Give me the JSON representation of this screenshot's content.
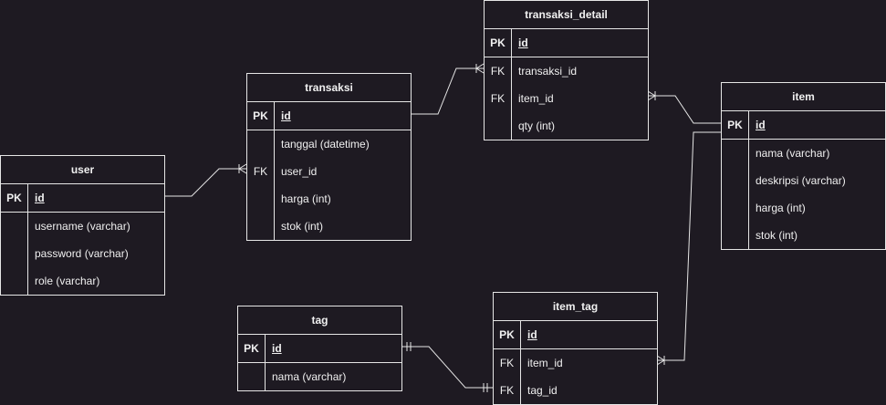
{
  "colors": {
    "background": "#1e1a22",
    "stroke": "#e6e6e6",
    "text": "#f0f0f0"
  },
  "entities": {
    "user": {
      "title": "user",
      "rows": [
        {
          "key": "PK",
          "field": "id"
        },
        {
          "key": "",
          "field": "username (varchar)"
        },
        {
          "key": "",
          "field": "password (varchar)"
        },
        {
          "key": "",
          "field": "role (varchar)"
        }
      ]
    },
    "transaksi": {
      "title": "transaksi",
      "rows": [
        {
          "key": "PK",
          "field": "id"
        },
        {
          "key": "",
          "field": "tanggal (datetime)"
        },
        {
          "key": "FK",
          "field": "user_id"
        },
        {
          "key": "",
          "field": "harga (int)"
        },
        {
          "key": "",
          "field": "stok (int)"
        }
      ]
    },
    "transaksi_detail": {
      "title": "transaksi_detail",
      "rows": [
        {
          "key": "PK",
          "field": "id"
        },
        {
          "key": "FK",
          "field": "transaksi_id"
        },
        {
          "key": "FK",
          "field": "item_id"
        },
        {
          "key": "",
          "field": "qty (int)"
        }
      ]
    },
    "item": {
      "title": "item",
      "rows": [
        {
          "key": "PK",
          "field": "id"
        },
        {
          "key": "",
          "field": "nama (varchar)"
        },
        {
          "key": "",
          "field": "deskripsi (varchar)"
        },
        {
          "key": "",
          "field": "harga (int)"
        },
        {
          "key": "",
          "field": "stok (int)"
        }
      ]
    },
    "tag": {
      "title": "tag",
      "rows": [
        {
          "key": "PK",
          "field": "id"
        },
        {
          "key": "",
          "field": "nama (varchar)"
        }
      ]
    },
    "item_tag": {
      "title": "item_tag",
      "rows": [
        {
          "key": "PK",
          "field": "id"
        },
        {
          "key": "FK",
          "field": "item_id"
        },
        {
          "key": "FK",
          "field": "tag_id"
        }
      ]
    }
  }
}
